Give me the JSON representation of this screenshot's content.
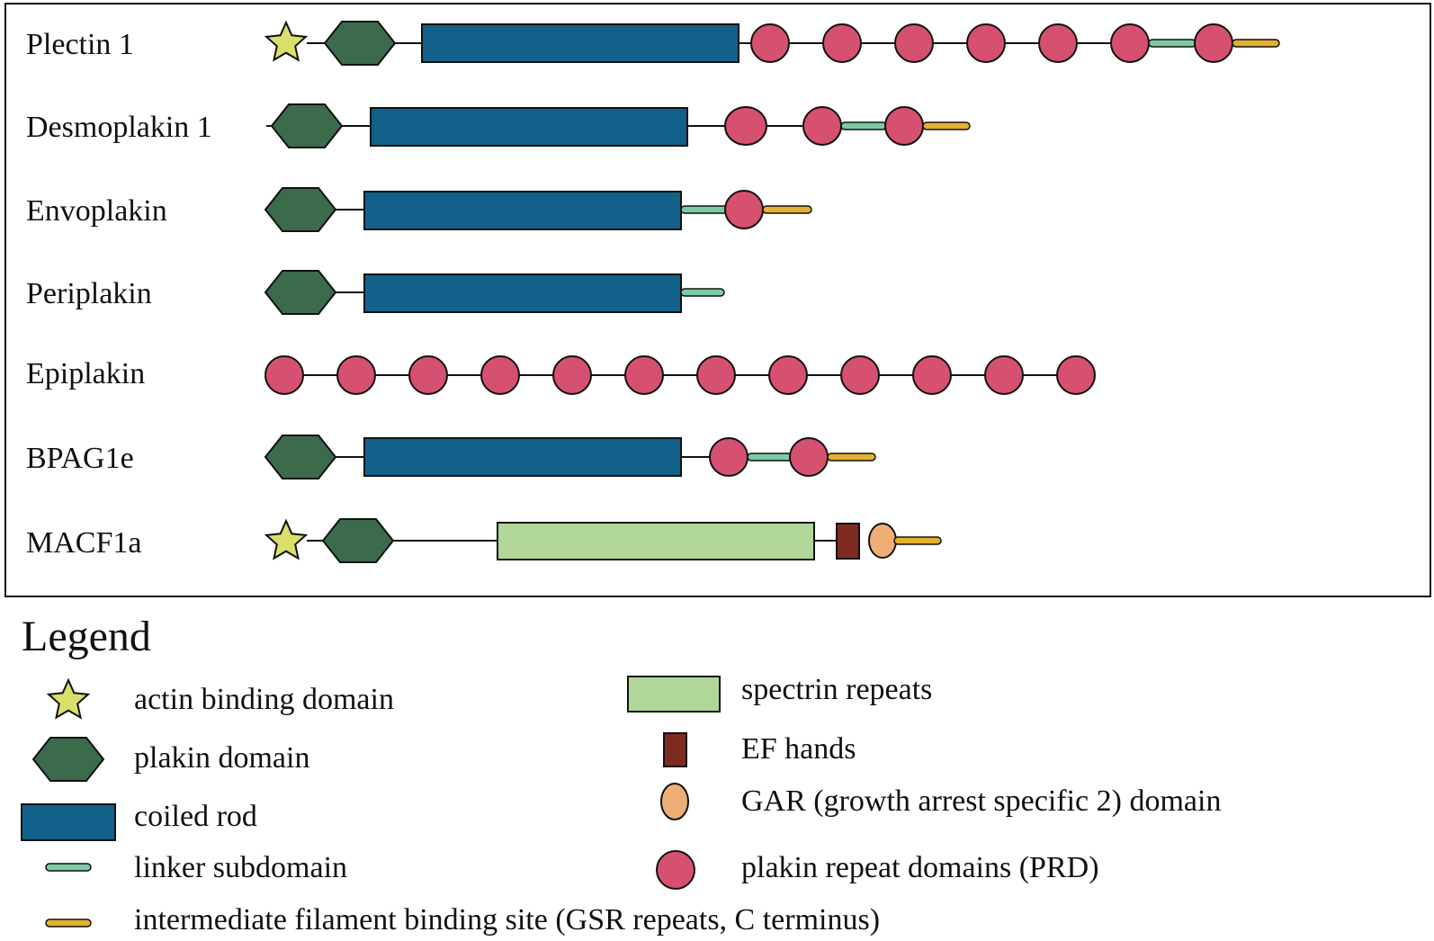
{
  "proteins": [
    {
      "name": "Plectin 1"
    },
    {
      "name": "Desmoplakin 1"
    },
    {
      "name": "Envoplakin"
    },
    {
      "name": "Periplakin"
    },
    {
      "name": "Epiplakin"
    },
    {
      "name": "BPAG1e"
    },
    {
      "name": "MACF1a"
    }
  ],
  "legend": {
    "title": "Legend",
    "actin": "actin binding domain",
    "plakin": "plakin domain",
    "coiled": "coiled rod",
    "linker": "linker subdomain",
    "ifbs": "intermediate filament binding site (GSR repeats, C terminus)",
    "spectrin": "spectrin repeats",
    "ef": "EF hands",
    "gar": "GAR (growth arrest specific 2) domain",
    "prd": "plakin repeat domains (PRD)"
  },
  "colors": {
    "star": "#d9df6a",
    "plakin": "#3b6b4b",
    "coiled": "#12618a",
    "linker": "#7ccaa6",
    "ifbs": "#e3b12e",
    "spectrin": "#b0d797",
    "ef": "#7e2b22",
    "gar": "#efae76",
    "prd": "#d6506f"
  }
}
